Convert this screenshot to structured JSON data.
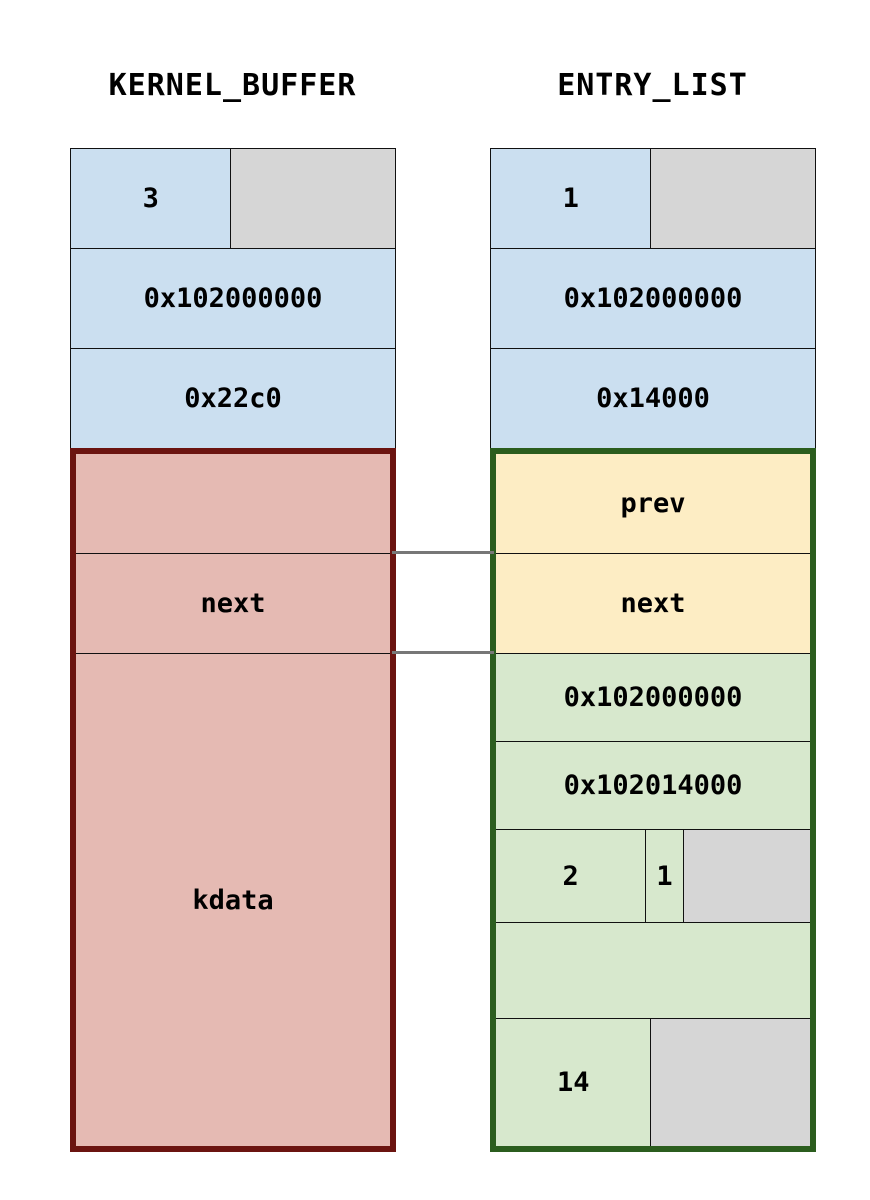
{
  "diagram": {
    "title_left": "KERNEL_BUFFER",
    "title_right": "ENTRY_LIST",
    "colors": {
      "blue": "#cbdff0",
      "gray": "#d6d6d6",
      "pink": "#e5bab3",
      "green": "#d7e8cd",
      "yellow": "#fdedc4",
      "red_border": "#6b1410",
      "green_border": "#2b5d1e",
      "connector": "#777777"
    }
  },
  "left_struct": {
    "name": "KERNEL_BUFFER",
    "rows": [
      {
        "cells": [
          {
            "text": "3",
            "fill": "blue"
          },
          {
            "text": "",
            "fill": "gray"
          }
        ]
      },
      {
        "cells": [
          {
            "text": "0x102000000",
            "fill": "blue"
          }
        ]
      },
      {
        "cells": [
          {
            "text": "0x22c0",
            "fill": "blue"
          }
        ]
      }
    ],
    "block": {
      "border": "red",
      "rows": [
        {
          "cells": [
            {
              "text": "",
              "fill": "pink"
            }
          ]
        },
        {
          "cells": [
            {
              "text": "next",
              "fill": "pink"
            }
          ]
        },
        {
          "cells": [
            {
              "text": "kdata",
              "fill": "pink"
            }
          ]
        }
      ]
    }
  },
  "right_struct": {
    "name": "ENTRY_LIST",
    "rows": [
      {
        "cells": [
          {
            "text": "1",
            "fill": "blue"
          },
          {
            "text": "",
            "fill": "gray"
          }
        ]
      },
      {
        "cells": [
          {
            "text": "0x102000000",
            "fill": "blue"
          }
        ]
      },
      {
        "cells": [
          {
            "text": "0x14000",
            "fill": "blue"
          }
        ]
      }
    ],
    "block": {
      "border": "green",
      "rows": [
        {
          "cells": [
            {
              "text": "prev",
              "fill": "yellow"
            }
          ]
        },
        {
          "cells": [
            {
              "text": "next",
              "fill": "yellow"
            }
          ]
        },
        {
          "cells": [
            {
              "text": "0x102000000",
              "fill": "green"
            }
          ]
        },
        {
          "cells": [
            {
              "text": "0x102014000",
              "fill": "green"
            }
          ]
        },
        {
          "cells": [
            {
              "text": "2",
              "fill": "green"
            },
            {
              "text": "1",
              "fill": "green"
            },
            {
              "text": "",
              "fill": "gray"
            }
          ]
        },
        {
          "cells": [
            {
              "text": "",
              "fill": "green"
            }
          ]
        },
        {
          "cells": [
            {
              "text": "14",
              "fill": "green"
            },
            {
              "text": "",
              "fill": "gray"
            }
          ]
        }
      ]
    }
  },
  "connectors": [
    {
      "from": "kernel_buffer.prev_field",
      "to": "entry_list.prev_field"
    },
    {
      "from": "kernel_buffer.next_field",
      "to": "entry_list.next_field"
    }
  ]
}
